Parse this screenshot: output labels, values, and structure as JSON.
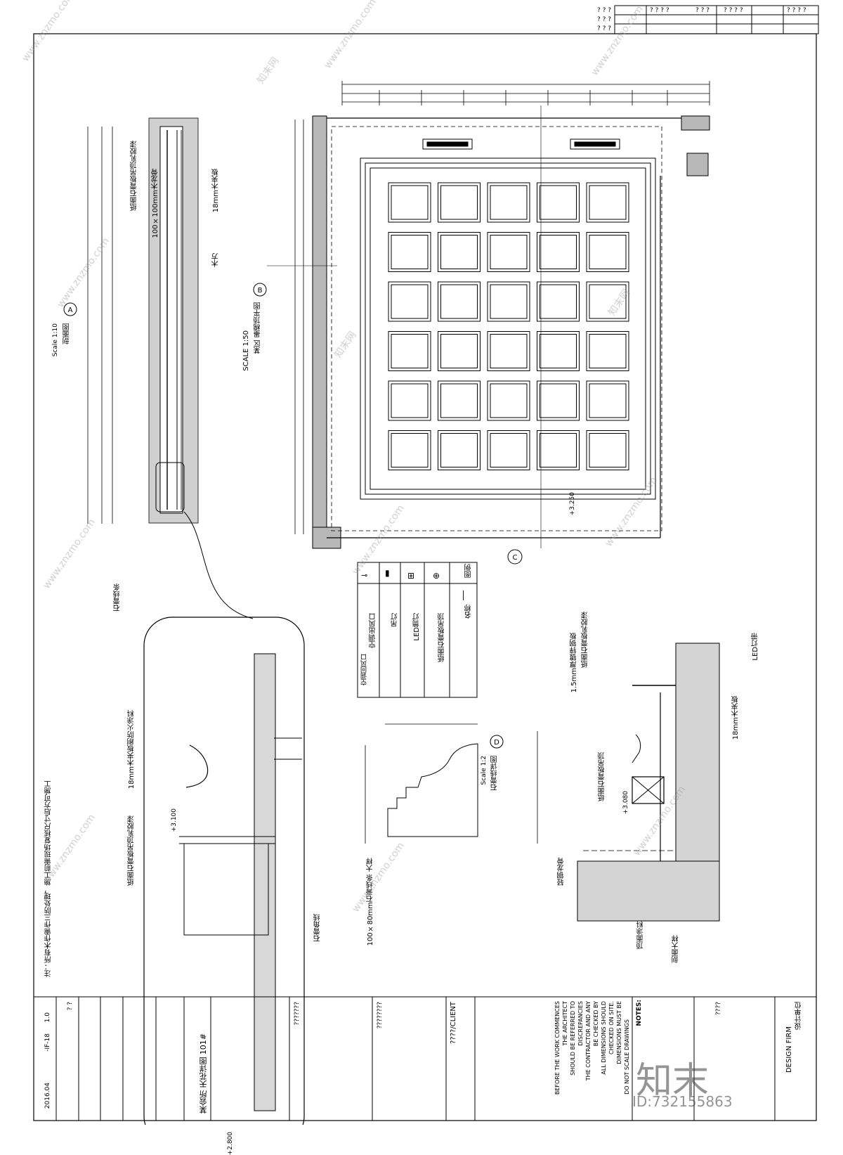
{
  "title_block_top": {
    "rows": [
      [
        "? ? ?",
        "? ? ? ?",
        "? ? ?",
        "? ? ? ?",
        "? ? ? ?"
      ],
      [
        "? ? ?",
        "",
        "",
        "",
        ""
      ],
      [
        "? ? ?",
        "",
        "",
        "",
        ""
      ]
    ]
  },
  "plan": {
    "symbol_letter": "B",
    "section_letter": "C",
    "caption": "某区 墨棉顶平图",
    "scale": "SCALE 1:50"
  },
  "legend": {
    "header": [
      "图例",
      "名称"
    ],
    "rows": [
      {
        "icon": "line",
        "name": "纸面石膏板吊顶"
      },
      {
        "icon": "downlight",
        "name": "LED筒灯"
      },
      {
        "icon": "pendant",
        "name": "吊灯"
      },
      {
        "icon": "grille",
        "name": "空调出风口"
      },
      {
        "icon": "return",
        "name": "空调回风口"
      }
    ]
  },
  "details": {
    "section_a_label": "A",
    "section_a_scale": "Scale 1:10",
    "section_a_title": "剖面图",
    "section_d_label": "D",
    "section_d_title": "石膏线详图",
    "section_d_scale": "Scale 1:2",
    "section_d_note": "100×80mm石膏线条 大样",
    "section_c_title": "剖面大样",
    "note_a1": "纸面石膏板吊顶乳胶漆",
    "note_a2": "100×100mm木龙骨",
    "note_a3": "木方",
    "note_a4": "18mm木夹板",
    "note_b1": "石膏线条",
    "note_b2": "18mm木夹板刷防火涂料",
    "note_b3": "纸面石膏板吊顶乳胶漆",
    "note_b4": "石膏角线",
    "note_c1": "纸面石膏板乳胶漆",
    "note_c2": "1.5mm厚镀锌钢板",
    "note_c3": "LED灯带",
    "note_c4": "18mm木夹板",
    "note_c5": "纸面石膏板吊顶",
    "note_c6": "轻钢龙骨",
    "note_c7": "顶面涂料",
    "level_1": "+3.250",
    "level_2": "+3.100",
    "level_3": "+2.800",
    "level_4": "+3.080",
    "note_bottom": "注：所有木作需作三防处理，施工前需现场复核尺寸后方可施工"
  },
  "title_block": {
    "notes_header": "NOTES:",
    "notes": [
      "DO NOT SCALE DRAWINGS",
      "DIMENSIONS MUST BE",
      "CHECKED ON SITE.",
      "ALL DIMENSIONS SHOULD",
      "BE CHECKED BY",
      "THE CONTRACTOR AND ANY",
      "DISCREPANCIES",
      "SHOULD BE REFERRED TO",
      "THE ARCHITECT",
      "BEFORE THE WORK COMMENCES"
    ],
    "client_label": "????/CLIENT",
    "project_label": "????????",
    "drawing_no_label": "???????",
    "drawing_title": "某会所 天花详图 101#",
    "design_firm": "DESIGN FIRM",
    "firm_label": "设计单位",
    "date": "2016.04",
    "sheet_no": "-IF-18",
    "rev": "1.0",
    "placeholder_q": "????",
    "placeholder_q2": "? ?"
  },
  "watermark": {
    "site": "www.znzmo.com",
    "brand": "知末",
    "brand_net": "知末网",
    "id": "ID:732155863"
  }
}
